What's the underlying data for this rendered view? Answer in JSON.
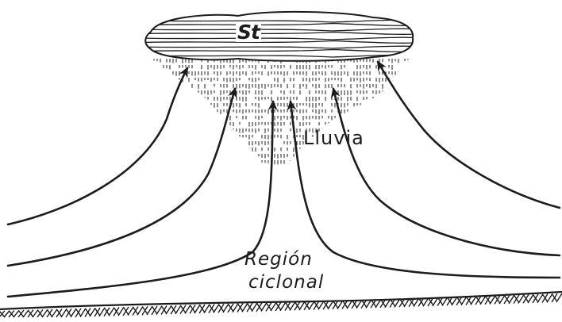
{
  "diagram": {
    "cloud_label": "St",
    "rain_label": "Lluvia",
    "region_label_line1": "Región",
    "region_label_line2": "ciclonal"
  },
  "colors": {
    "ink": "#1c1c1c",
    "paper": "#ffffff"
  },
  "icons": {
    "cloud": "stratus-cloud-icon",
    "rain": "rain-hatching-icon",
    "ground": "ground-hatching-icon",
    "flow": "airflow-arrow-icon"
  }
}
